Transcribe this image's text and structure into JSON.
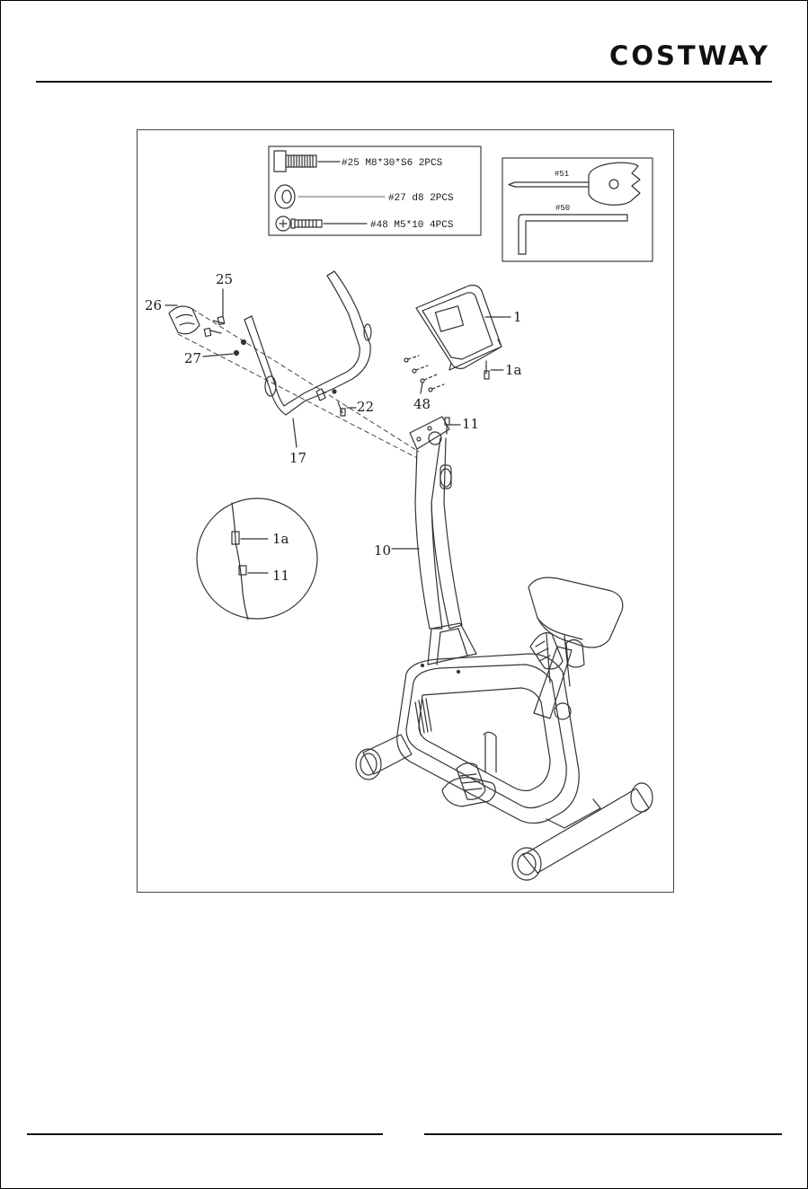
{
  "brand": "COSTWAY",
  "hardware": {
    "bolt": "#25 M8*30*S6 2PCS",
    "washer": "#27 d8 2PCS",
    "screw": "#48 M5*10 4PCS"
  },
  "tools": {
    "wrench": "#51",
    "allen_key": "#50"
  },
  "part_labels": {
    "p25": "25",
    "p26": "26",
    "p27": "27",
    "p1": "1",
    "p1a": "1a",
    "p48": "48",
    "p22": "22",
    "p17": "17",
    "p11": "11",
    "p10": "10"
  },
  "detail_labels": {
    "p1a": "1a",
    "p11": "11"
  }
}
